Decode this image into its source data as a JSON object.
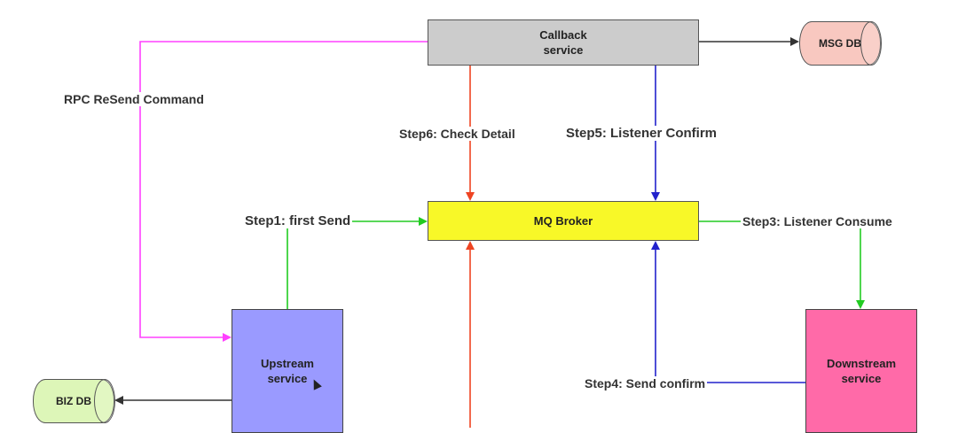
{
  "nodes": {
    "callback": "Callback\nservice",
    "broker": "MQ Broker",
    "upstream": "Upstream\nservice",
    "downstream": "Downstream\nservice",
    "msg_db": "MSG DB",
    "biz_db": "BIZ DB"
  },
  "edges": {
    "rpc_resend": "RPC ReSend Command",
    "step1": "Step1:  first Send",
    "step3": "Step3:  Listener Consume",
    "step4": "Step4:  Send confirm",
    "step5": "Step5:  Listener Confirm",
    "step6": "Step6:  Check Detail"
  },
  "colors": {
    "magenta": "#ff40ff",
    "green": "#22cc22",
    "red": "#ee4422",
    "blue": "#2222cc",
    "black": "#333333"
  }
}
